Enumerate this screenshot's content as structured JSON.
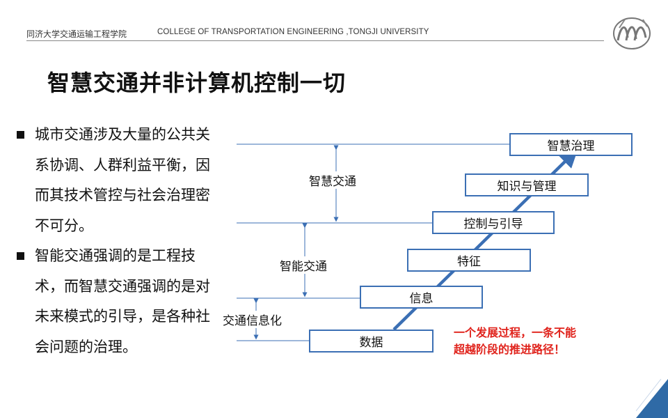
{
  "header": {
    "school_cn": "同济大学交通运输工程学院",
    "school_en": "COLLEGE OF TRANSPORTATION ENGINEERING ,TONGJI UNIVERSITY",
    "logo_icon": "tongji-logo-icon"
  },
  "slide": {
    "title": "智慧交通并非计算机控制一切",
    "bullets": [
      "城市交通涉及大量的公共关系协调、人群利益平衡，因而其技术管控与社会治理密不可分。",
      "智能交通强调的是工程技术，而智慧交通强调的是对未来模式的引导，是各种社会问题的治理。"
    ]
  },
  "diagram": {
    "steps": [
      "数据",
      "信息",
      "特征",
      "控制与引导",
      "知识与管理",
      "智慧治理"
    ],
    "levels": [
      "交通信息化",
      "智能交通",
      "智慧交通"
    ],
    "note": [
      "一个发展过程，一条不能",
      "超越阶段的推进路径！"
    ],
    "colors": {
      "box_border": "#3b6fb4",
      "arrow": "#3b6fb4",
      "note": "#e0231c"
    }
  }
}
